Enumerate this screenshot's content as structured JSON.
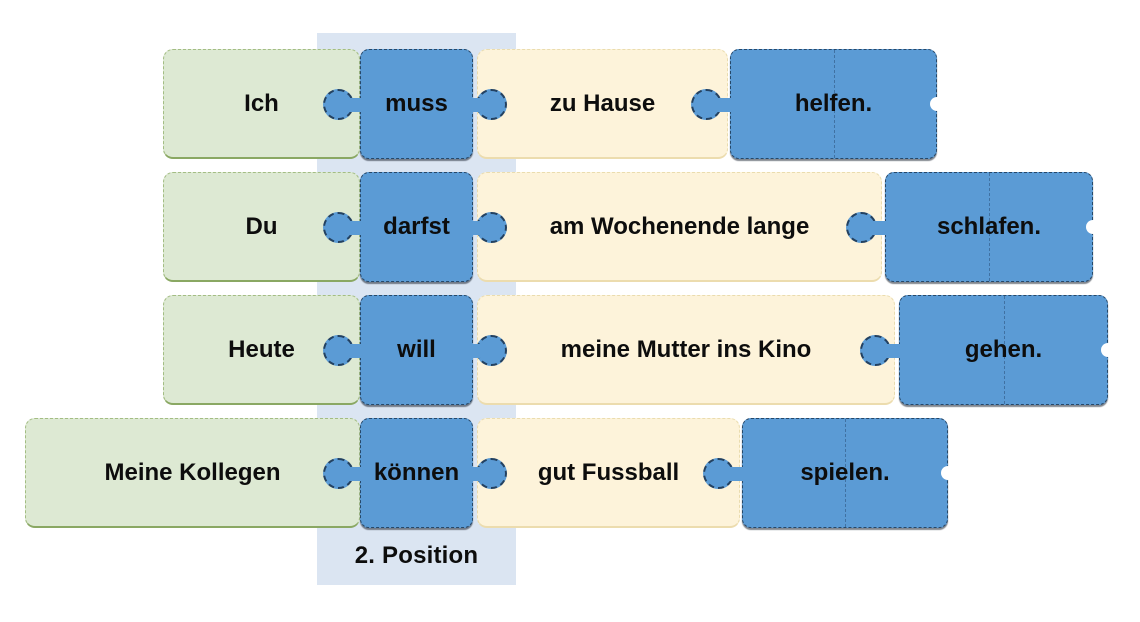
{
  "diagram": {
    "type": "german-sentence-puzzle",
    "position_label": "2. Position"
  },
  "colors": {
    "background": "#ffffff",
    "band": "#dbe5f2",
    "subject_piece": "#dde9d3",
    "middle_piece": "#fdf3da",
    "verb_piece": "#5b9bd5",
    "text": "#0d0d0d"
  },
  "rows": [
    {
      "subject": "Ich",
      "modal": "muss",
      "middle": "zu Hause",
      "infinitive": "helfen."
    },
    {
      "subject": "Du",
      "modal": "darfst",
      "middle": "am Wochenende lange",
      "infinitive": "schlafen."
    },
    {
      "subject": "Heute",
      "modal": "will",
      "middle": "meine Mutter ins Kino",
      "infinitive": "gehen."
    },
    {
      "subject": "Meine Kollegen",
      "modal": "können",
      "middle": "gut Fussball",
      "infinitive": "spielen."
    }
  ]
}
